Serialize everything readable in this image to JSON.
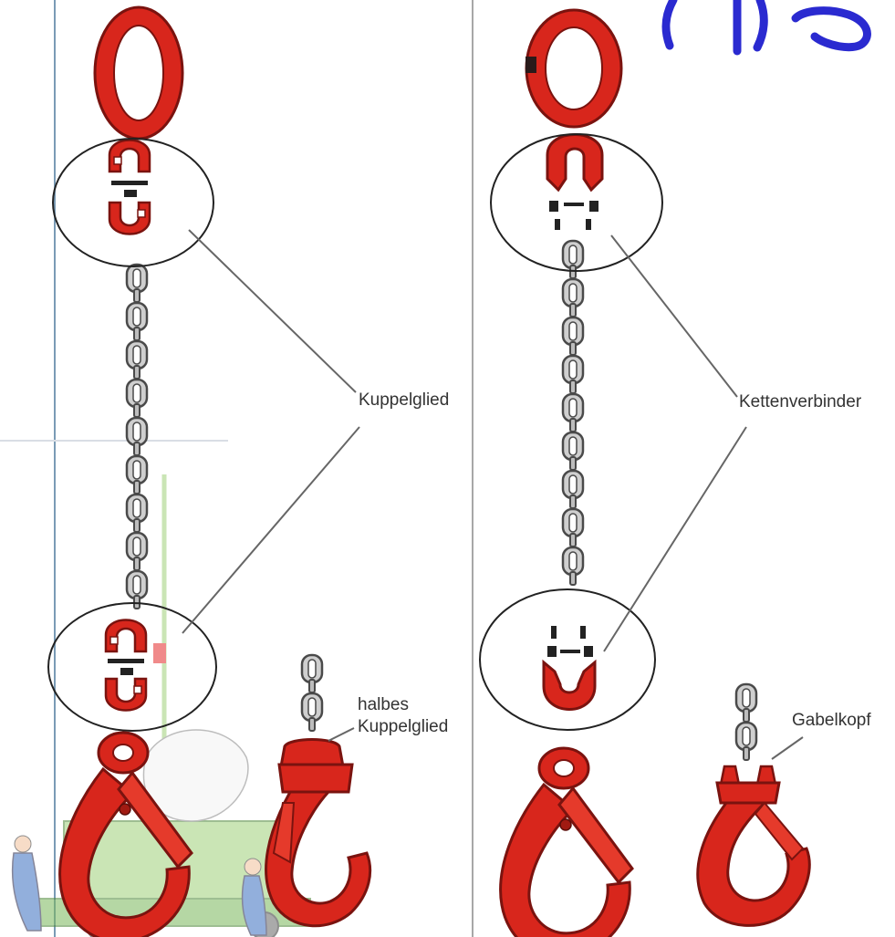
{
  "labels": {
    "coupling_link": "Kuppelglied",
    "chain_connector": "Kettenverbinder",
    "half_coupling_link_line1": "halbes",
    "half_coupling_link_line2": "Kuppelglied",
    "clevis_head": "Gabelkopf"
  },
  "colors": {
    "component_red": "#d8261c",
    "component_outline": "#7a130f",
    "chain_steel": "#c9c9c9",
    "chain_outline": "#555555",
    "divider_line": "#7a9bb5",
    "callout_circle": "#222222",
    "leader_line": "#666666",
    "corner_logo": "#2a2ad0"
  },
  "icons": {
    "master_link": "oval-ring-icon",
    "connector": "coupling-link-icon",
    "hook": "safety-hook-icon",
    "chain": "chain-icon",
    "corner_logo": "logo-icon"
  }
}
